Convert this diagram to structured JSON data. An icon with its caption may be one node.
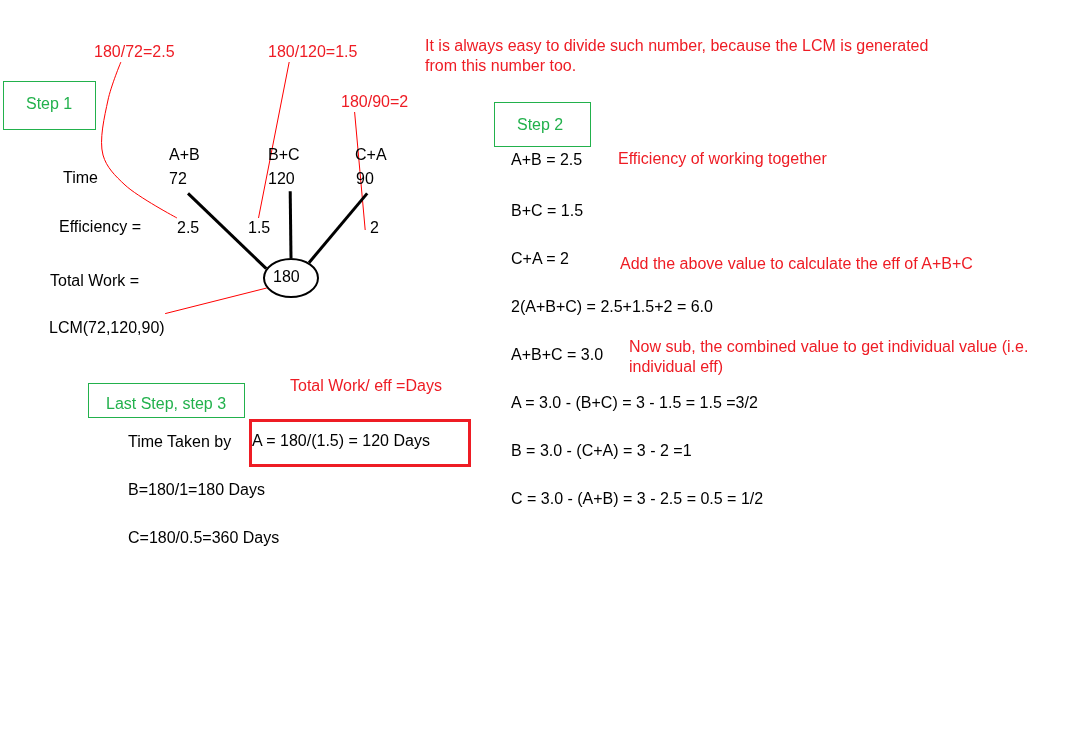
{
  "diagram": {
    "nodes": [
      {
        "text": [
          "Step 1"
        ]
      },
      {
        "text": [
          "180/72=2.5"
        ]
      },
      {
        "text": [
          "180/120=1.5"
        ]
      },
      {
        "text": [
          "180/90=2"
        ]
      },
      {
        "text": [
          "A+B",
          "72"
        ]
      },
      {
        "text": [
          "B+C",
          "120"
        ]
      },
      {
        "text": [
          "C+A",
          "90"
        ]
      },
      {
        "text": [
          "2.5"
        ]
      },
      {
        "text": [
          "1.5"
        ]
      },
      {
        "text": [
          "2"
        ]
      },
      {
        "text": [
          "180"
        ]
      },
      {
        "text": [
          "LCM(72,120,90)"
        ]
      },
      {
        "text": [
          "Step 2"
        ]
      },
      {
        "text": [
          "Last Step, step 3"
        ]
      },
      {
        "text": [
          "A = 180/(1.5) = 120 Days"
        ]
      }
    ],
    "edges": [
      {
        "from": 1,
        "to": 7,
        "arrow": "none",
        "color": "#ff0000"
      },
      {
        "from": 2,
        "to": 8,
        "arrow": "none",
        "color": "#ff0000"
      },
      {
        "from": 3,
        "to": 9,
        "arrow": "none",
        "color": "#ff0000"
      },
      {
        "from": 4,
        "to": 10,
        "arrow": "none",
        "style": "thick",
        "color": "#000000"
      },
      {
        "from": 5,
        "to": 10,
        "arrow": "none",
        "style": "thick",
        "color": "#000000"
      },
      {
        "from": 6,
        "to": 10,
        "arrow": "none",
        "style": "thick",
        "color": "#000000"
      },
      {
        "from": 11,
        "to": 10,
        "arrow": "none",
        "color": "#ff0000"
      }
    ],
    "labels": [
      "It is always easy to divide such number, because the LCM is generated from this number too.",
      "Time",
      "Efficiency =",
      "Total Work =",
      "Total Work/ eff =Days",
      "Time Taken by",
      "B=180/1=180 Days",
      "C=180/0.5=360 Days",
      "A+B = 2.5",
      "Efficiency of working together",
      "B+C = 1.5",
      "C+A = 2",
      "Add the above value to calculate the eff of A+B+C",
      "2(A+B+C) = 2.5+1.5+2 = 6.0",
      "A+B+C = 3.0",
      "Now sub, the combined value to get individual value (i.e. individual eff)",
      "A = 3.0 - (B+C) = 3 - 1.5 = 1.5 =3/2",
      "B = 3.0 - (C+A) = 3 - 2 =1",
      "C = 3.0 - (A+B) = 3 - 2.5 = 0.5 = 1/2"
    ]
  }
}
